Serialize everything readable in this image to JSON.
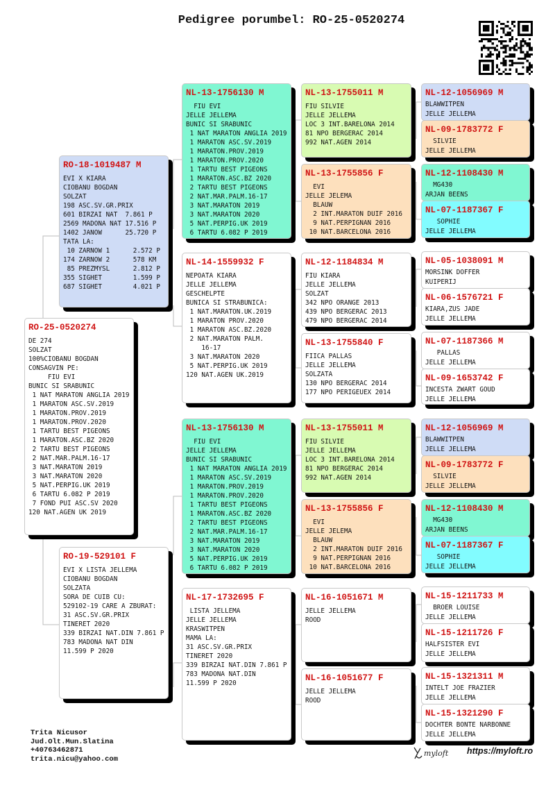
{
  "title": "Pedigree porumbel: RO-25-0520274",
  "colors": {
    "ring": "#d01414",
    "blue": "#cfdcf6",
    "teal": "#80f7d2",
    "green": "#d8fbb2",
    "peach": "#fde0bd",
    "cyan": "#82fcff",
    "white": "#ffffff"
  },
  "boxes": [
    {
      "ring": "RO-25-0520274",
      "color": "white",
      "lines": [
        "DE 274",
        "SOLZAT",
        "100%CIOBANU BOGDAN",
        "CONSAGVIN PE:",
        "     FIU EVI",
        "BUNIC SI SRABUNIC",
        " 1 NAT MARATON ANGLIA 2019",
        " 1 MARATON ASC.SV.2019",
        " 1 MARATON.PROV.2019",
        " 1 MARATON.PROV.2020",
        " 1 TARTU BEST PIGEONS",
        " 1 MARATON.ASC.BZ 2020",
        " 2 TARTU BEST PIGEONS",
        " 2 NAT.MAR.PALM.16-17",
        " 3 NAT.MARATON 2019",
        " 3 NAT.MARATON 2020",
        " 5 NAT.PERPIG.UK 2019",
        " 6 TARTU 6.082 P 2019",
        " 7 FOND PUI ASC.SV 2020",
        "120 NAT.AGEN UK 2019"
      ]
    },
    {
      "ring": "RO-18-1019487 M",
      "color": "blue",
      "lines": [
        "EVI X KIARA",
        "CIOBANU BOGDAN",
        "SOLZAT",
        "198 ASC.SV.GR.PRIX",
        "601 BIRZAI NAT  7.861 P",
        "2569 MADONA NAT 17.516 P",
        "1402 JANOW      25.720 P",
        "TATA LA:",
        " 10 ZARNOW 1      2.572 P",
        "174 ZARNOW 2      578 KM",
        " 85 PREZMYSL      2.812 P",
        "355 SIGHET        1.599 P",
        "687 SIGHET        4.021 P"
      ]
    },
    {
      "ring": "RO-19-529101 F",
      "color": "white",
      "lines": [
        "EVI X LISTA JELLEMA",
        "CIOBANU BOGDAN",
        "SOLZATA",
        "SORA DE CUIB CU:",
        "529102-19 CARE A ZBURAT:",
        "31 ASC.SV.GR.PRIX",
        "TINERET 2020",
        "339 BIRZAI NAT.DIN 7.861 P",
        "783 MADONA NAT DIN",
        "11.599 P 2020"
      ]
    },
    {
      "ring": "NL-13-1756130 M",
      "color": "teal",
      "lines": [
        "  FIU EVI",
        "JELLE JELLEMA",
        "BUNIC SI SRABUNIC",
        " 1 NAT MARATON ANGLIA 2019",
        " 1 MARATON ASC.SV.2019",
        " 1 MARATON.PROV.2019",
        " 1 MARATON.PROV.2020",
        " 1 TARTU BEST PIGEONS",
        " 1 MARATON.ASC.BZ 2020",
        " 2 TARTU BEST PIGEONS",
        " 2 NAT.MAR.PALM.16-17",
        " 3 NAT.MARATON 2019",
        " 3 NAT.MARATON 2020",
        " 5 NAT.PERPIG.UK 2019",
        " 6 TARTU 6.082 P 2019"
      ]
    },
    {
      "ring": "NL-14-1559932 F",
      "color": "white",
      "lines": [
        "NEPOATA KIARA",
        "JELLE JELLEMA",
        "GESCHELPTE",
        "BUNICA SI STRABUNICA:",
        " 1 NAT.MARATON.UK.2019",
        " 1 MARATON PROV.2020",
        " 1 MARATON ASC.BZ.2020",
        " 2 NAT.MARATON PALM.",
        "    16-17",
        " 3 NAT.MARATON 2020",
        " 5 NAT.PERPIG.UK 2019",
        "120 NAT.AGEN UK.2019"
      ]
    },
    {
      "ring": "NL-13-1756130 M",
      "color": "teal",
      "lines": [
        "  FIU EVI",
        "JELLE JELLEMA",
        "BUNIC SI SRABUNIC",
        " 1 NAT MARATON ANGLIA 2019",
        " 1 MARATON ASC.SV.2019",
        " 1 MARATON.PROV.2019",
        " 1 MARATON.PROV.2020",
        " 1 TARTU BEST PIGEONS",
        " 1 MARATON.ASC.BZ 2020",
        " 2 TARTU BEST PIGEONS",
        " 2 NAT.MAR.PALM.16-17",
        " 3 NAT.MARATON 2019",
        " 3 NAT.MARATON 2020",
        " 5 NAT.PERPIG.UK 2019",
        " 6 TARTU 6.082 P 2019"
      ]
    },
    {
      "ring": "NL-17-1732695 F",
      "color": "white",
      "lines": [
        " LISTA JELLEMA",
        "JELLE JELLEMA",
        "KRASWITPEN",
        "MAMA LA:",
        "31 ASC.SV.GR.PRIX",
        "TINERET 2020",
        "339 BIRZAI NAT.DIN 7.861 P",
        "783 MADONA NAT.DIN",
        "11.599 P 2020"
      ]
    },
    {
      "ring": "NL-13-1755011 M",
      "color": "green",
      "lines": [
        "FIU SILVIE",
        "JELLE JELLEMA",
        "LOC 3 INT.BARELONA 2014",
        "81 NPO BERGERAC 2014",
        "992 NAT.AGEN 2014"
      ]
    },
    {
      "ring": "NL-13-1755856 F",
      "color": "peach",
      "lines": [
        "  EVI",
        "JELLE JELEMA",
        "  BLAUW",
        "  2 INT.MARATON DUIF 2016",
        "  9 NAT.PERPIGNAN 2016",
        " 10 NAT.BARCELONA 2016"
      ]
    },
    {
      "ring": "NL-12-1184834 M",
      "color": "white",
      "lines": [
        "FIU KIARA",
        "JELLE JELLEMA",
        "SOLZAT",
        "342 NPO ORANGE 2013",
        "439 NPO BERGERAC 2013",
        "479 NPO BERGERAC 2014"
      ]
    },
    {
      "ring": "NL-13-1755840 F",
      "color": "white",
      "lines": [
        "FIICA PALLAS",
        "JELLE JELLEMA",
        "SOLZATA",
        "130 NPO BERGERAC 2014",
        "177 NPO PERIGEUEX 2014"
      ]
    },
    {
      "ring": "NL-13-1755011 M",
      "color": "green",
      "lines": [
        "FIU SILVIE",
        "JELLE JELLEMA",
        "LOC 3 INT.BARELONA 2014",
        "81 NPO BERGERAC 2014",
        "992 NAT.AGEN 2014"
      ]
    },
    {
      "ring": "NL-13-1755856 F",
      "color": "peach",
      "lines": [
        "  EVI",
        "JELLE JELEMA",
        "  BLAUW",
        "  2 INT.MARATON DUIF 2016",
        "  9 NAT.PERPIGNAN 2016",
        " 10 NAT.BARCELONA 2016"
      ]
    },
    {
      "ring": "NL-16-1051671 M",
      "color": "white",
      "lines": [
        "JELLE JELLEMA",
        "ROOD"
      ]
    },
    {
      "ring": "NL-16-1051677 F",
      "color": "white",
      "lines": [
        "JELLE JELLEMA",
        "ROOD"
      ]
    },
    {
      "ring": "NL-12-1056969 M",
      "color": "blue",
      "lines": [
        "BLAWWITPEN",
        "JELLE JELLEMA"
      ]
    },
    {
      "ring": "NL-09-1783772 F",
      "color": "peach",
      "lines": [
        "  SILVIE",
        "JELLE JELLEMA"
      ]
    },
    {
      "ring": "NL-12-1108430 M",
      "color": "teal",
      "lines": [
        "  MG430",
        "ARJAN BEENS"
      ]
    },
    {
      "ring": "NL-07-1187367 F",
      "color": "cyan",
      "lines": [
        "   SOPHIE",
        "JELLE JELLEMA"
      ]
    },
    {
      "ring": "NL-05-1038091 M",
      "color": "white",
      "lines": [
        "MORSINK DOFFER",
        "KUIPERIJ"
      ]
    },
    {
      "ring": "NL-06-1576721 F",
      "color": "white",
      "lines": [
        "KIARA,ZUS JADE",
        "JELLE JELLEMA"
      ]
    },
    {
      "ring": "NL-07-1187366 M",
      "color": "white",
      "lines": [
        "   PALLAS",
        "JELLE JELLEMA"
      ]
    },
    {
      "ring": "NL-09-1653742 F",
      "color": "white",
      "lines": [
        "INCESTA ZWART GOUD",
        "JELLE JELLEMA"
      ]
    },
    {
      "ring": "NL-12-1056969 M",
      "color": "blue",
      "lines": [
        "BLAWWITPEN",
        "JELLE JELLEMA"
      ]
    },
    {
      "ring": "NL-09-1783772 F",
      "color": "peach",
      "lines": [
        "  SILVIE",
        "JELLE JELLEMA"
      ]
    },
    {
      "ring": "NL-12-1108430 M",
      "color": "teal",
      "lines": [
        "  MG430",
        "ARJAN BEENS"
      ]
    },
    {
      "ring": "NL-07-1187367 F",
      "color": "cyan",
      "lines": [
        "   SOPHIE",
        "JELLE JELLEMA"
      ]
    },
    {
      "ring": "NL-15-1211733 M",
      "color": "white",
      "lines": [
        "  BROER LOUISE",
        "JELLE JELLEMA"
      ]
    },
    {
      "ring": "NL-15-1211726 F",
      "color": "white",
      "lines": [
        "HALFSISTER EVI",
        "JELLE JELLEMA"
      ]
    },
    {
      "ring": "NL-15-1321311 M",
      "color": "white",
      "lines": [
        "INTELT JOE FRAZIER",
        "JELLE JELLEMA"
      ]
    },
    {
      "ring": "NL-15-1321290 F",
      "color": "white",
      "lines": [
        "DOCHTER BONTE NARBONNE",
        "JELLE JELLEMA"
      ]
    }
  ],
  "contact": {
    "name": "Trita Nicusor",
    "address": "Jud.Olt.Mun.Slatina",
    "phone": "+40763462871",
    "email": "trita.nicu@yahoo.com"
  },
  "footer": {
    "logo": "myloft",
    "site": "https://myloft.ro"
  }
}
